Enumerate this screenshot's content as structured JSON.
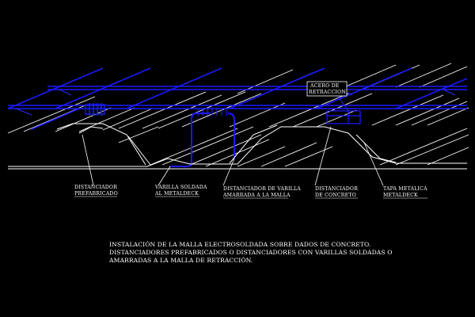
{
  "labels": {
    "acero_line1": "ACERO DE",
    "acero_line2": "RETRACCION",
    "dist_pref_line1": "DISTANCIADOR",
    "dist_pref_line2": "PREFABRICADO",
    "varilla_soldada_line1": "VARILLA SOLDADA",
    "varilla_soldada_line2": "AL METALDECK",
    "dist_varilla_line1": "DISTANCIADOR DE VARILLA",
    "dist_varilla_line2": "AMARRADA A LA MALLA",
    "dist_concreto_line1": "DISTANCIADOR",
    "dist_concreto_line2": "DE CONCRETO",
    "tapa_line1": "TAPA METALICA",
    "tapa_line2": "METALDECK"
  },
  "caption": {
    "line1": "INSTALACIÓN DE LA MALLA ELECTROSOLDADA SOBRE DADOS DE CONCRETO.",
    "line2": "DISTANCIADORES PREFABRICADOS O DISTANCIADORES CON VARILLAS SOLDADAS O",
    "line3": "AMARRADAS A LA MALLA DE RETRACCIÓN."
  },
  "colors": {
    "background": "#000000",
    "linework": "#ffffff",
    "mesh": "#1a1aff"
  }
}
